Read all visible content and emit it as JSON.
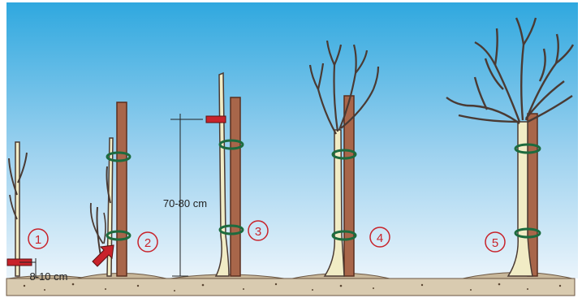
{
  "steps": [
    {
      "number": "1",
      "measure": "8-10 cm"
    },
    {
      "number": "2"
    },
    {
      "number": "3",
      "measure": "70-80 cm"
    },
    {
      "number": "4"
    },
    {
      "number": "5"
    }
  ],
  "colors": {
    "sky_top": "#2fa8df",
    "sky_bottom": "#eaf4fb",
    "soil": "#c8b79a",
    "stake": "#a8664a",
    "stake_outline": "#5a2e1e",
    "trunk": "#f1ecc5",
    "branch_outline": "#4a3a33",
    "tie": "#1d6b3e",
    "cut_marker": "#c8232b",
    "number_ring": "#c8232b"
  },
  "icons": {
    "cut_marker": "red-cut-bar-icon",
    "arrow": "red-arrow-icon",
    "tie": "green-tie-icon"
  }
}
